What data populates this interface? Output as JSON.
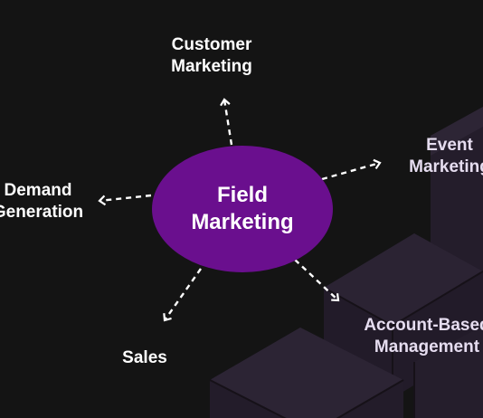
{
  "colors": {
    "background": "#141414",
    "hub_fill": "#6a0f8e",
    "arrow": "#ffffff",
    "cube_face": "#2a2232",
    "cube_edge": "#1a1420"
  },
  "hub": {
    "line1": "Field",
    "line2": "Marketing"
  },
  "nodes": {
    "customer_marketing": {
      "line1": "Customer",
      "line2": "Marketing"
    },
    "event_marketing": {
      "line1": "Event",
      "line2": "Marketing"
    },
    "demand_generation": {
      "line1": "Demand",
      "line2": "Generation"
    },
    "sales": {
      "line1": "Sales"
    },
    "account_based_management": {
      "line1": "Account-Based",
      "line2": "Management"
    }
  }
}
